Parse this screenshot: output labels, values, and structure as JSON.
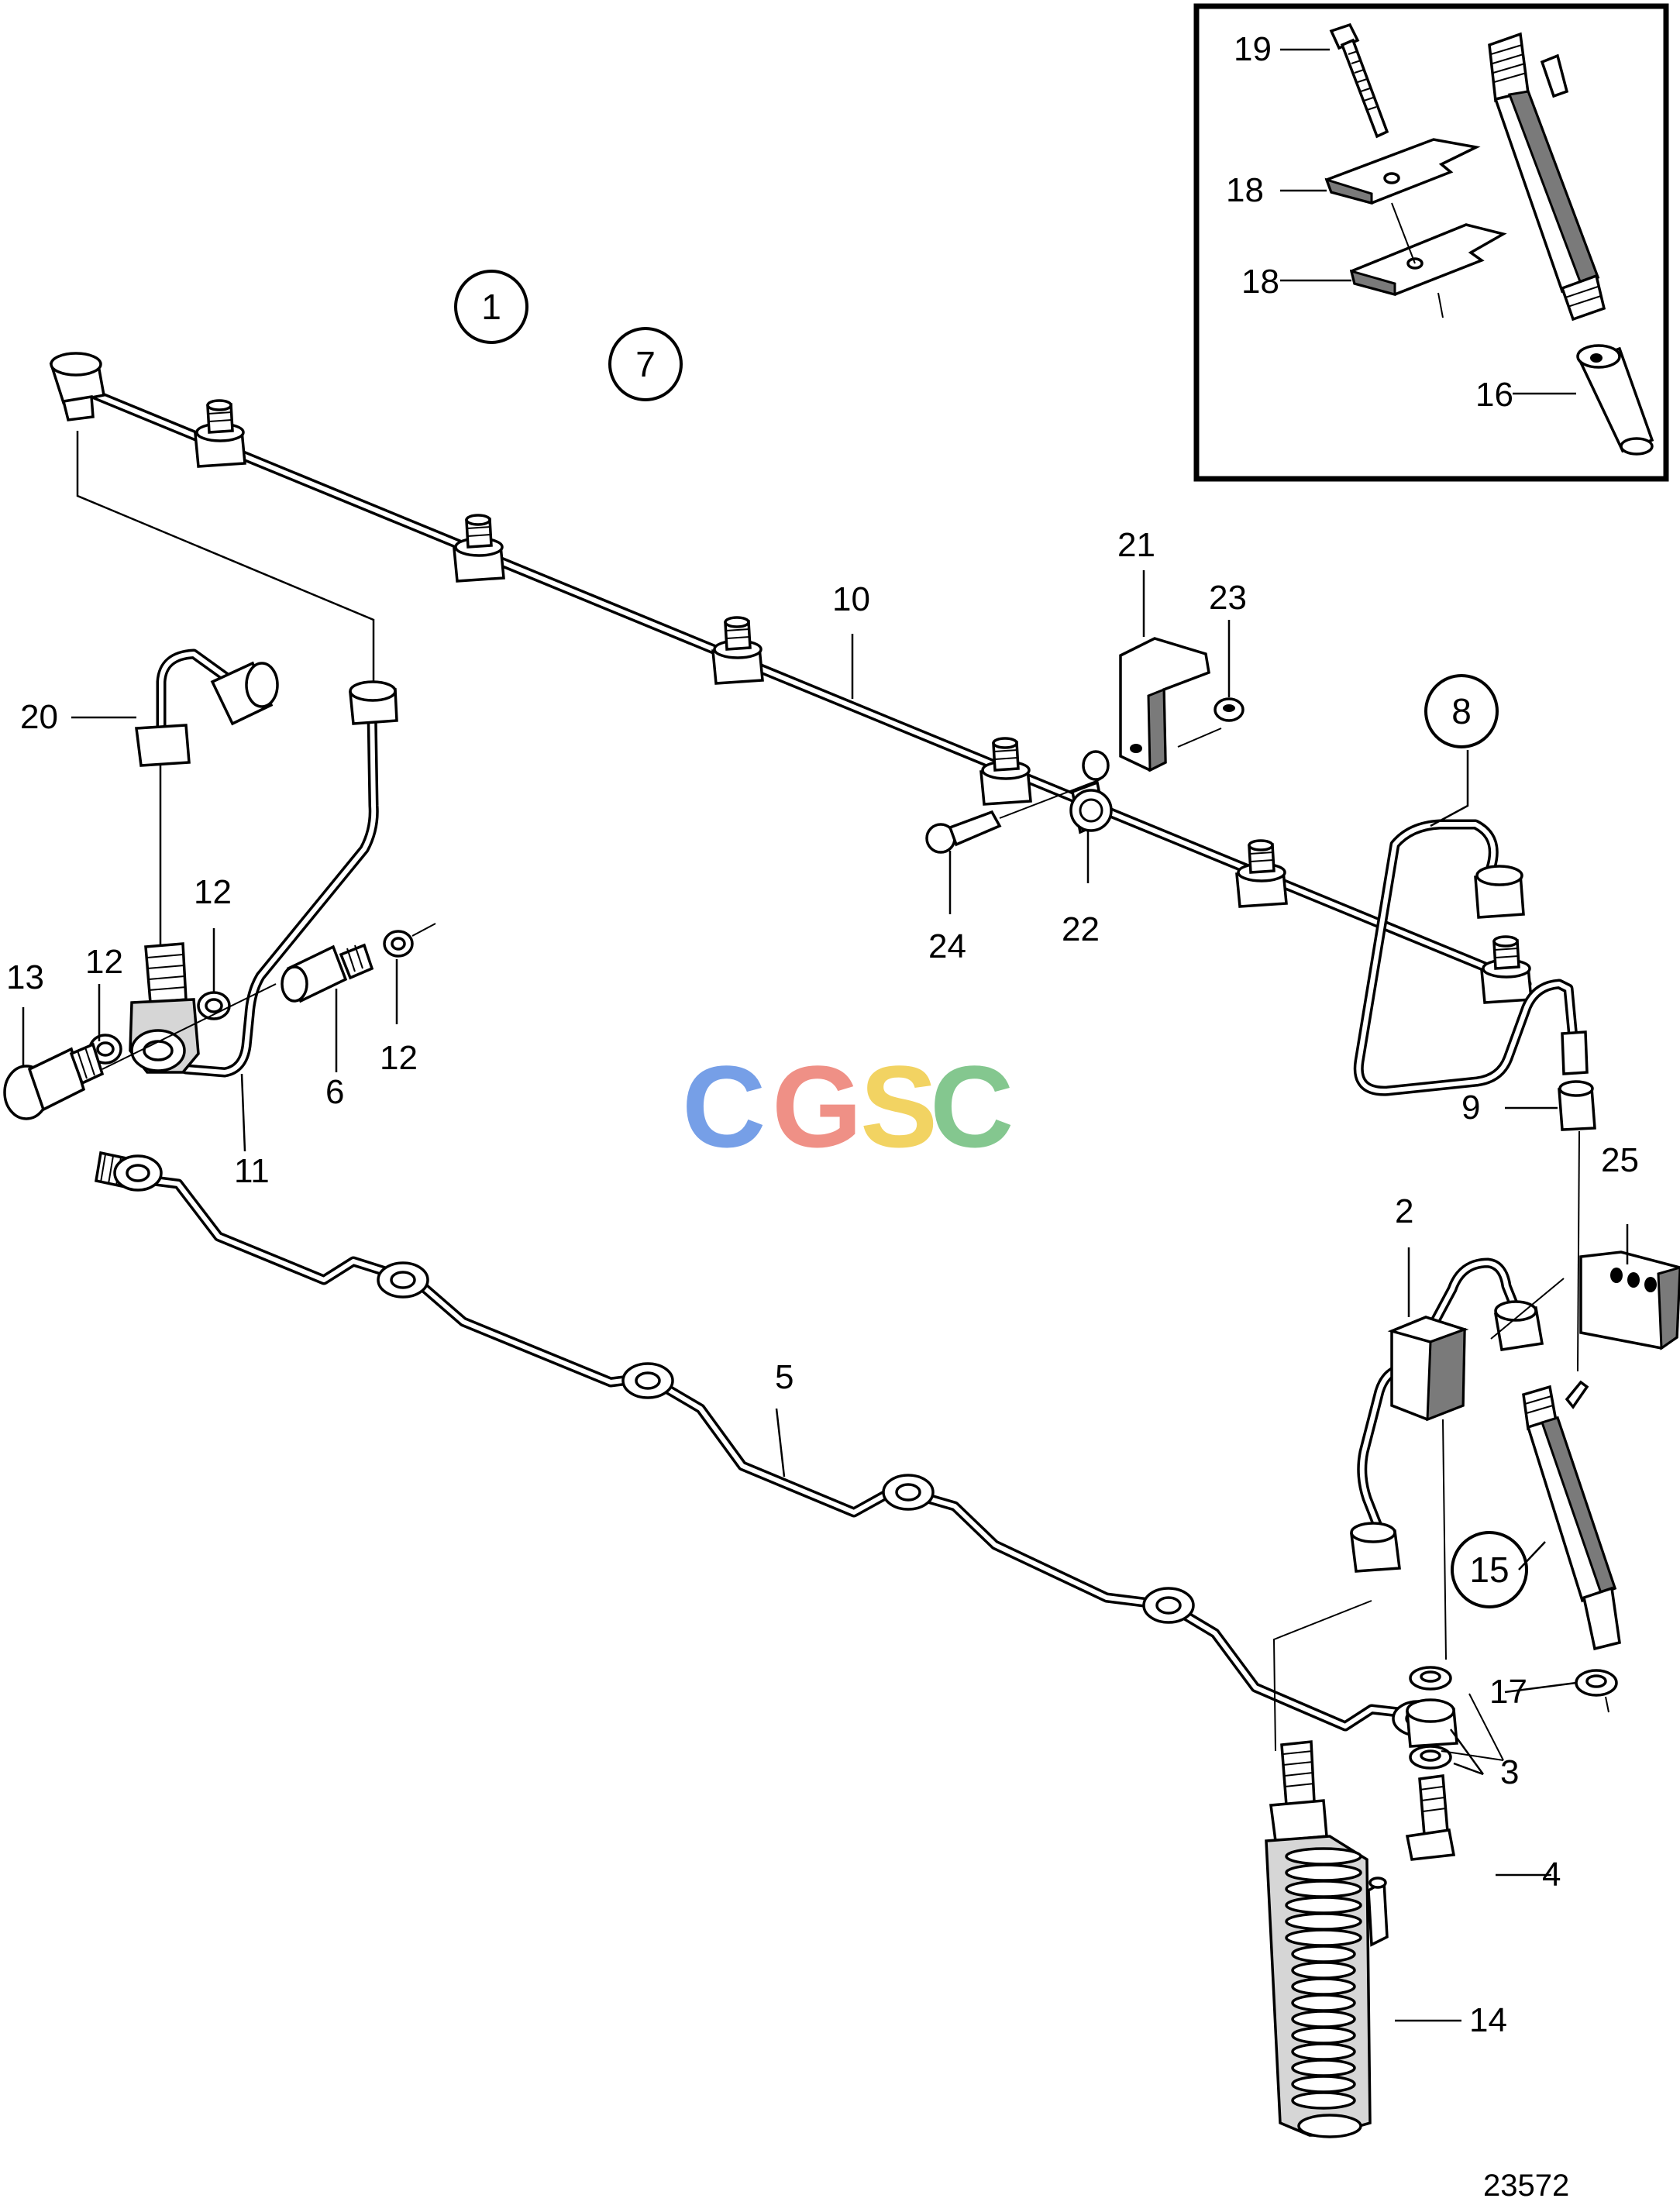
{
  "diagram": {
    "reference_number": "23572",
    "watermark": {
      "letters": [
        "C",
        "G",
        "S",
        "C"
      ],
      "colors": [
        "#6f9ae6",
        "#ef8b80",
        "#f2d15a",
        "#7ec58a"
      ]
    },
    "circled_labels": [
      "1",
      "7",
      "8",
      "15"
    ],
    "part_labels": {
      "p2": "2",
      "p3": "3",
      "p4": "4",
      "p5": "5",
      "p6": "6",
      "p9": "9",
      "p10": "10",
      "p11": "11",
      "p12a": "12",
      "p12b": "12",
      "p12c": "12",
      "p13": "13",
      "p14": "14",
      "p16": "16",
      "p17": "17",
      "p18a": "18",
      "p18b": "18",
      "p19": "19",
      "p20": "20",
      "p21": "21",
      "p22": "22",
      "p23": "23",
      "p24": "24",
      "p25": "25"
    }
  }
}
